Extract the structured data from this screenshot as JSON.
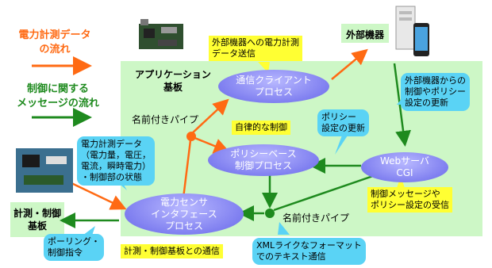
{
  "legend": {
    "power_flow": "電力計測データ\nの流れ",
    "control_flow": "制御に関する\nメッセージの流れ",
    "power_color": "#ff6a13",
    "control_color": "#1e8a1e"
  },
  "board": {
    "title": "アプリケーション\n基板"
  },
  "external": {
    "label": "外部機器"
  },
  "measure_board": {
    "label": "計測・制御\n基板"
  },
  "processes": {
    "comm_client": "通信クライアント\nプロセス",
    "policy": "ポリシーベース\n制御プロセス",
    "web": "Webサーバ\nCGI",
    "sensor": "電力センサ\nインタフェース\nプロセス"
  },
  "pipes": {
    "pipe1": "名前付きパイプ",
    "pipe2": "名前付きパイプ"
  },
  "callouts": {
    "send": "外部機器への電力計測\nデータ送信",
    "autonomous": "自律的な制御",
    "policy_update": "ポリシー\n設定の更新",
    "external_receive": "外部機器からの\n制御やポリシー\n設定の更新",
    "measure_data": "電力計測データ\n（電力量，電圧，\n電流，瞬時電力）\n・制御部の状態",
    "control_receive": "制御メッセージや\nポリシー設定の受信",
    "board_comm": "計測・制御基板との通信",
    "polling": "ポーリング・\n制御指令",
    "xml": "XMLライクなフォーマット\nでのテキスト通信"
  },
  "icons": [
    "circuit-board-icon",
    "server-icon",
    "smartphone-icon",
    "measurement-board-icon"
  ]
}
